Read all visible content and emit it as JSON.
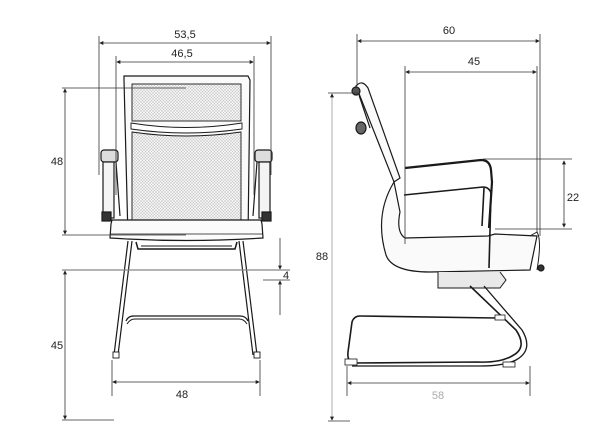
{
  "diagram": {
    "subject": "Cantilever visitor office chair with mesh back and chrome frame",
    "front_view": {
      "dimensions": {
        "overall_width": "53,5",
        "back_width": "46,5",
        "back_height": "48",
        "seat_thickness": "4",
        "seat_height": "45",
        "base_width": "48"
      }
    },
    "side_view": {
      "dimensions": {
        "overall_depth": "60",
        "seat_depth": "45",
        "total_height": "88",
        "armrest_height": "22",
        "base_depth": "58"
      }
    },
    "colors": {
      "line": "#1a1a1a",
      "dim_line": "#333333",
      "mesh": "#e6e6e6",
      "light_label": "#aaaaaa"
    }
  }
}
